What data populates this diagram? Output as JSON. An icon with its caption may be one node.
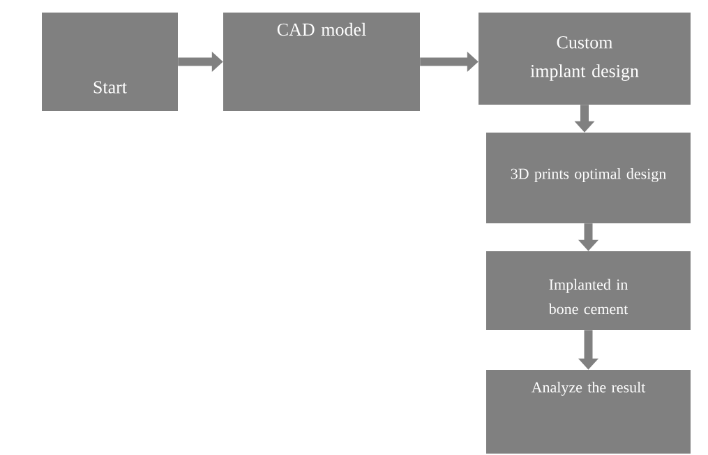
{
  "diagram": {
    "nodes": [
      {
        "text": [
          "Start"
        ]
      },
      {
        "text": [
          "CAD model"
        ]
      },
      {
        "text": [
          "Custom implant design"
        ]
      },
      {
        "text": [
          "3D prints optimal design"
        ]
      },
      {
        "text": [
          "Implanted in bone cement"
        ]
      },
      {
        "text": [
          "Analyze the result"
        ]
      }
    ],
    "edges": [
      {
        "from": 0,
        "to": 1,
        "arrow": "to"
      },
      {
        "from": 1,
        "to": 2,
        "arrow": "to"
      },
      {
        "from": 2,
        "to": 3,
        "arrow": "to"
      },
      {
        "from": 3,
        "to": 4,
        "arrow": "to"
      },
      {
        "from": 4,
        "to": 5,
        "arrow": "to"
      }
    ]
  }
}
